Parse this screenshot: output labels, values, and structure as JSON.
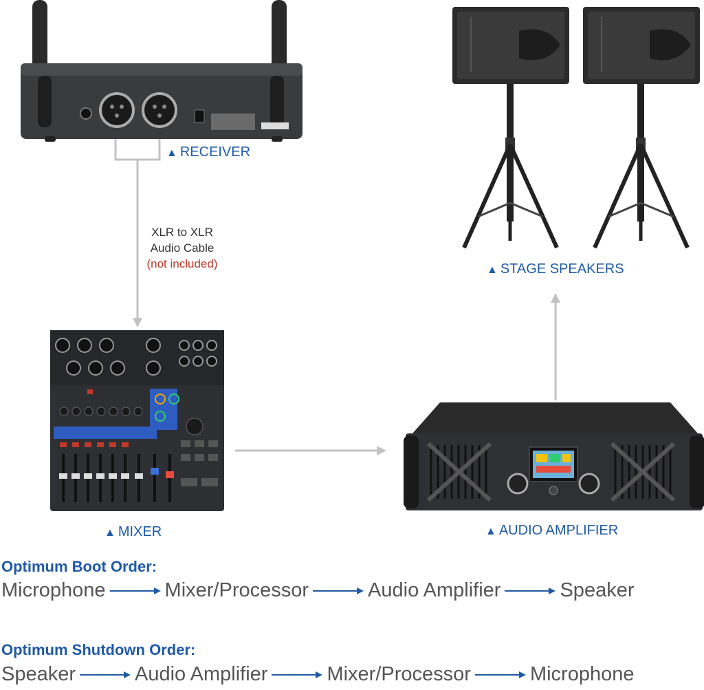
{
  "labels": {
    "receiver": "RECEIVER",
    "stage_speakers": "STAGE SPEAKERS",
    "mixer": "MIXER",
    "audio_amplifier": "AUDIO AMPLIFIER",
    "triangle": "▲"
  },
  "cable": {
    "line1": "XLR to XLR",
    "line2": "Audio Cable",
    "note": "(not included)"
  },
  "boot": {
    "heading": "Optimum Boot Order:",
    "steps": [
      "Microphone",
      "Mixer/Processor",
      "Audio Amplifier",
      "Speaker"
    ]
  },
  "shutdown": {
    "heading": "Optimum Shutdown Order:",
    "steps": [
      "Speaker",
      "Audio Amplifier",
      "Mixer/Processor",
      "Microphone"
    ]
  },
  "colors": {
    "accent": "#1f5aa6",
    "note_red": "#c0392b",
    "connector_gray": "#c2c2c2"
  }
}
